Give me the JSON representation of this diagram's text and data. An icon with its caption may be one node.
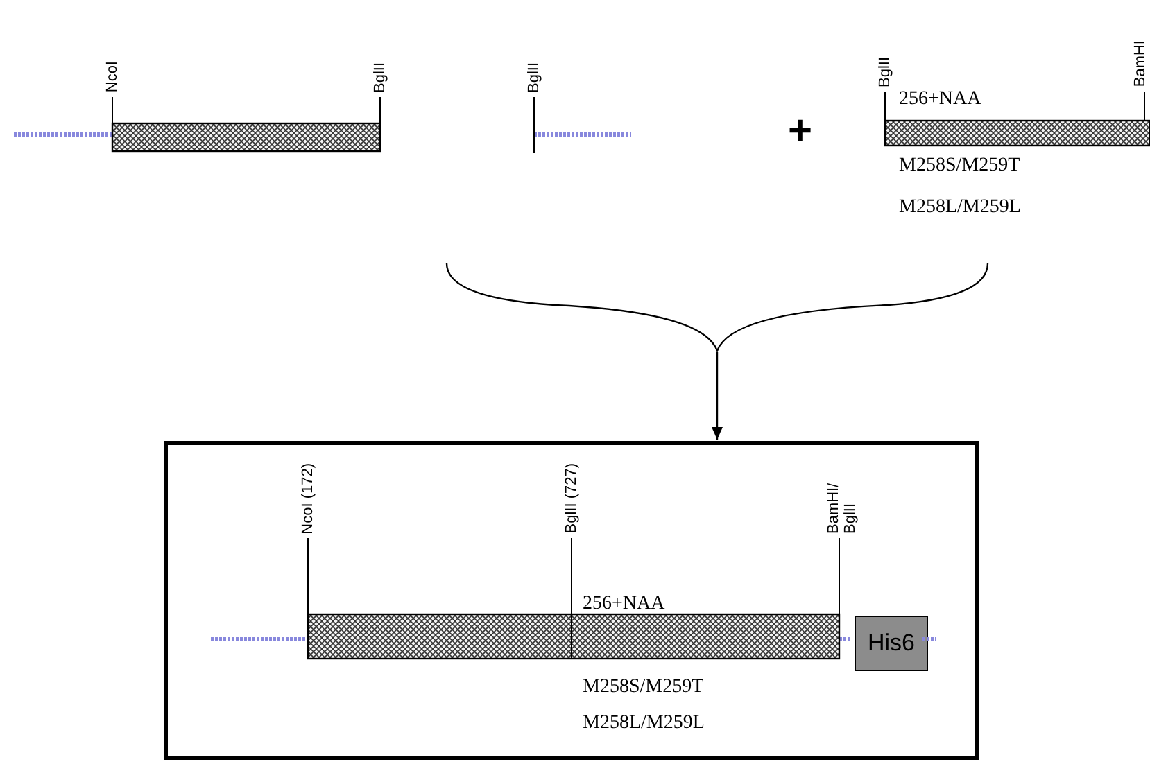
{
  "diagram": {
    "nodes": [
      {
        "text": [],
        "shape": "brace"
      },
      {
        "text": [],
        "shape": "box"
      },
      {
        "text": [
          "His6"
        ],
        "in": 1
      }
    ],
    "edges": [
      {
        "from": 0,
        "to": 1,
        "arrow": "to"
      }
    ],
    "labels": [
      "NcoI",
      "BglII",
      "BglII",
      "BglII",
      "BamHI",
      "+",
      "256+NAA",
      "M258S/M259T",
      "M258L/M259L",
      "NcoI (172)",
      "BglII (727)",
      "BamHI/ BglII",
      "256+NAA",
      "M258S/M259T",
      "M258L/M259L"
    ]
  }
}
